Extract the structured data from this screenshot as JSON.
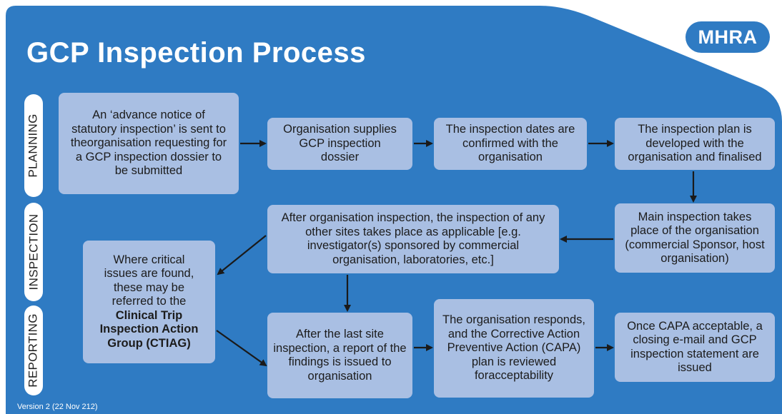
{
  "title": "GCP Inspection Process",
  "logo": "MHRA",
  "phases": [
    "PLANNING",
    "INSPECTION",
    "REPORTING"
  ],
  "boxes": {
    "advance_notice": "An ‘advance notice of statutory inspection’ is sent to theorganisation requesting for a GCP inspection dossier to be submitted",
    "supplies_dossier": "Organisation supplies GCP inspection dossier",
    "dates_confirmed": "The inspection dates are confirmed with the organisation",
    "plan_developed": "The inspection plan is developed with the organisation and finalised",
    "main_inspection": "Main inspection takes place of the organisation (commercial Sponsor, host organisation)",
    "other_sites": "After organisation inspection, the inspection of any other sites takes place as applicable [e.g. investigator(s) sponsored by commercial organisation, laboratories, etc.]",
    "critical_issues_text": "Where critical issues are found, these may be referred to the",
    "critical_issues_group": "Clinical Trip Inspection Action Group (CTIAG)",
    "report_issued": "After the last site inspection, a report of the findings is issued to organisation",
    "capa_reviewed": "The organisation responds, and the Corrective Action Preventive Action (CAPA) plan is reviewed foracceptability",
    "closing_email": "Once CAPA acceptable, a closing e-mail and GCP inspection statement are issued"
  },
  "version": "Version 2 (22 Nov 212)",
  "colors": {
    "background": "#2f7bc3",
    "box": "#a9bfe3",
    "arrow": "#1a1a1a",
    "text_light": "#ffffff"
  }
}
